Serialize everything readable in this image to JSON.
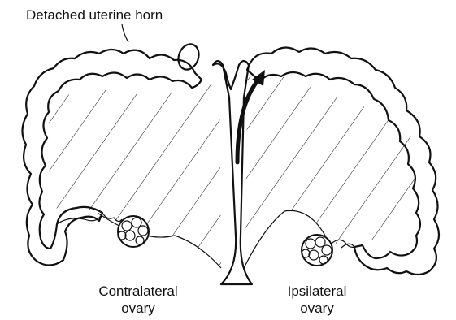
{
  "labels": {
    "detached_horn": "Detached uterine horn",
    "contralateral_line1": "Contralateral",
    "contralateral_line2": "ovary",
    "ipsilateral_line1": "Ipsilateral",
    "ipsilateral_line2": "ovary"
  },
  "colors": {
    "ink": "#111111",
    "background": "#ffffff"
  }
}
